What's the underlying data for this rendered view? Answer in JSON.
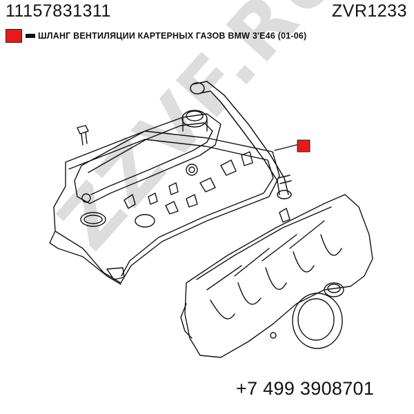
{
  "header": {
    "part_number": "11157831311",
    "code": "ZVR1233"
  },
  "legend": {
    "marker_color": "#e8191a",
    "title": "ШЛАНГ ВЕНТИЛЯЦИИ КАРТЕРНЫХ ГАЗОВ BMW 3'E46 (01-06)"
  },
  "watermark": "ZZVF.RU",
  "footer": {
    "phone": "+7 499 3908701"
  }
}
